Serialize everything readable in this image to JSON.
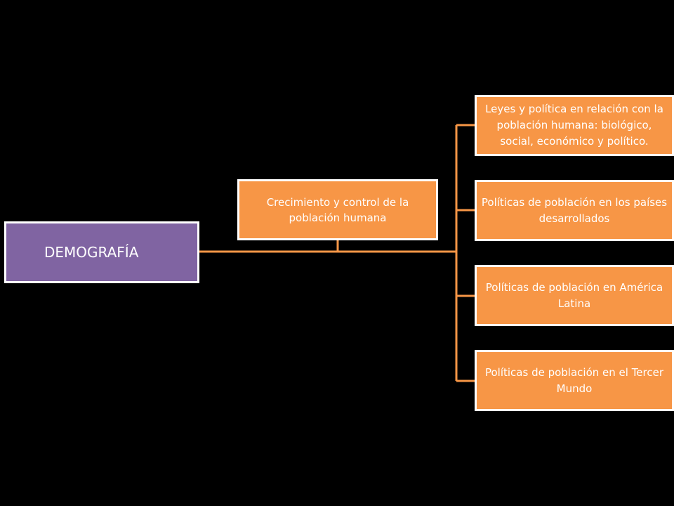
{
  "colors": {
    "background": "#000000",
    "root_fill": "#8064a2",
    "node_fill": "#f79646",
    "connector": "#f79646",
    "border": "#ffffff",
    "text": "#ffffff"
  },
  "root": {
    "label": "DEMOGRAFÍA"
  },
  "middle": {
    "label": "Crecimiento y control de la población humana"
  },
  "leaves": [
    {
      "label": "Leyes y política en relación con la población humana: biológico, social, económico y político."
    },
    {
      "label": "Políticas de población en los países desarrollados"
    },
    {
      "label": "Políticas de población en América Latina"
    },
    {
      "label": "Políticas de población en el Tercer Mundo"
    }
  ]
}
